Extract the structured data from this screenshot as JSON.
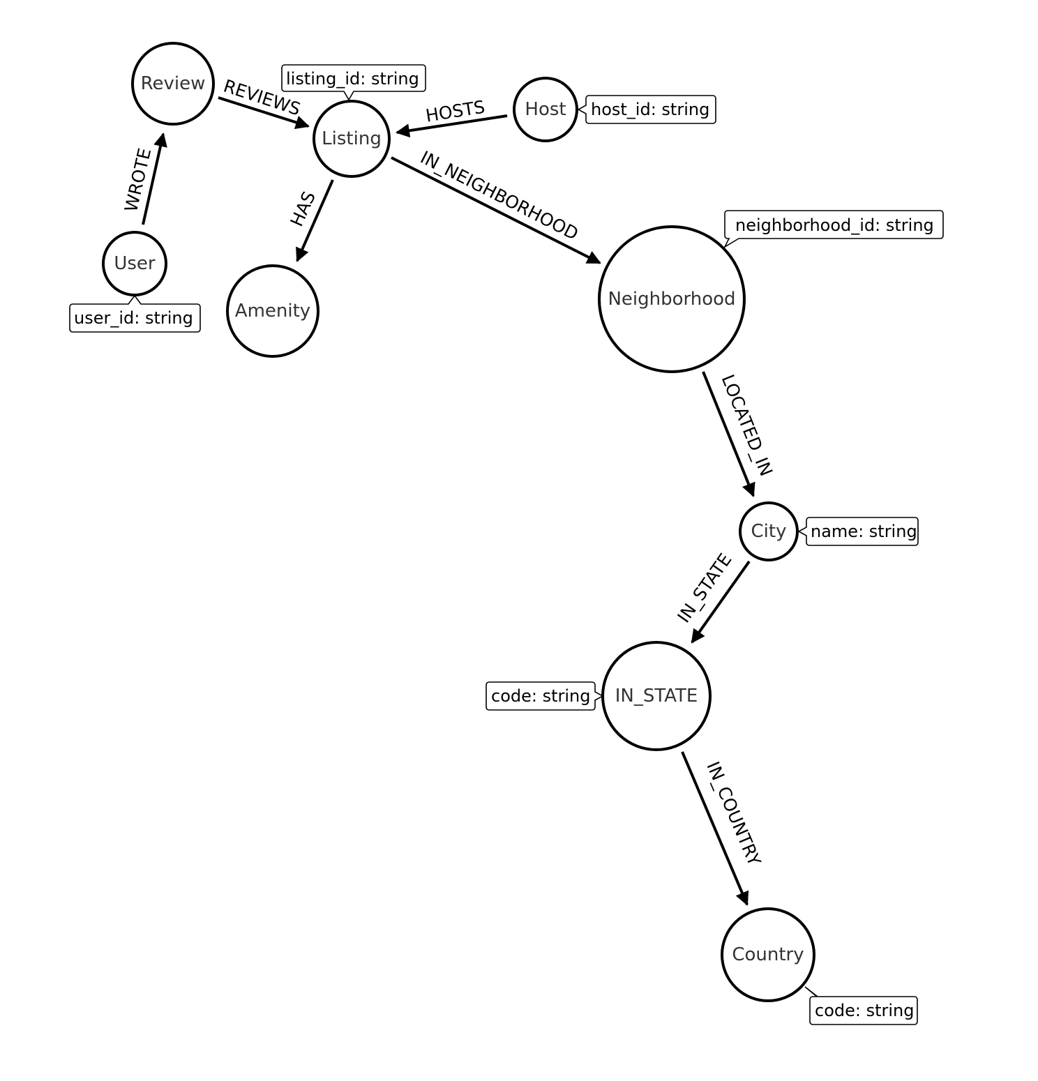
{
  "nodes": {
    "review": {
      "label": "Review"
    },
    "listing": {
      "label": "Listing"
    },
    "host": {
      "label": "Host"
    },
    "user": {
      "label": "User"
    },
    "amenity": {
      "label": "Amenity"
    },
    "neighborhood": {
      "label": "Neighborhood"
    },
    "city": {
      "label": "City"
    },
    "in_state": {
      "label": "IN_STATE"
    },
    "country": {
      "label": "Country"
    }
  },
  "edges": {
    "wrote": {
      "label": "WROTE"
    },
    "reviews": {
      "label": "REVIEWS"
    },
    "hosts": {
      "label": "HOSTS"
    },
    "has": {
      "label": "HAS"
    },
    "in_neighborhood": {
      "label": "IN_NEIGHBORHOOD"
    },
    "located_in": {
      "label": "LOCATED_IN"
    },
    "in_state": {
      "label": "IN_STATE"
    },
    "in_country": {
      "label": "IN_COUNTRY"
    }
  },
  "properties": {
    "listing": "listing_id: string",
    "host": "host_id: string",
    "user": "user_id: string",
    "neighborhood": "neighborhood_id: string",
    "city": "name: string",
    "in_state": "code: string",
    "country": "code: string"
  }
}
